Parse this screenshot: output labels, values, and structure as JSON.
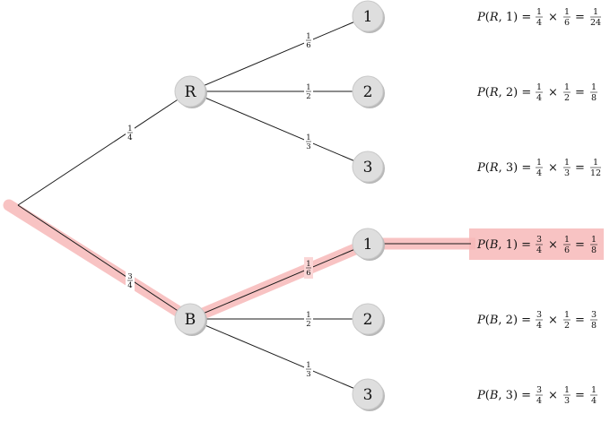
{
  "root": {},
  "level1": [
    {
      "label": "R",
      "prob": {
        "num": "1",
        "den": "4"
      }
    },
    {
      "label": "B",
      "prob": {
        "num": "3",
        "den": "4"
      }
    }
  ],
  "level2": {
    "R": [
      {
        "label": "1",
        "prob": {
          "num": "1",
          "den": "6"
        }
      },
      {
        "label": "2",
        "prob": {
          "num": "1",
          "den": "2"
        }
      },
      {
        "label": "3",
        "prob": {
          "num": "1",
          "den": "3"
        }
      }
    ],
    "B": [
      {
        "label": "1",
        "prob": {
          "num": "1",
          "den": "6"
        }
      },
      {
        "label": "2",
        "prob": {
          "num": "1",
          "den": "2"
        }
      },
      {
        "label": "3",
        "prob": {
          "num": "1",
          "den": "3"
        }
      }
    ]
  },
  "results": [
    {
      "func": "P",
      "arg1": "R",
      "arg2": "1",
      "f1": {
        "num": "1",
        "den": "4"
      },
      "f2": {
        "num": "1",
        "den": "6"
      },
      "res": {
        "num": "1",
        "den": "24"
      },
      "highlighted": false
    },
    {
      "func": "P",
      "arg1": "R",
      "arg2": "2",
      "f1": {
        "num": "1",
        "den": "4"
      },
      "f2": {
        "num": "1",
        "den": "2"
      },
      "res": {
        "num": "1",
        "den": "8"
      },
      "highlighted": false
    },
    {
      "func": "P",
      "arg1": "R",
      "arg2": "3",
      "f1": {
        "num": "1",
        "den": "4"
      },
      "f2": {
        "num": "1",
        "den": "3"
      },
      "res": {
        "num": "1",
        "den": "12"
      },
      "highlighted": false
    },
    {
      "func": "P",
      "arg1": "B",
      "arg2": "1",
      "f1": {
        "num": "3",
        "den": "4"
      },
      "f2": {
        "num": "1",
        "den": "6"
      },
      "res": {
        "num": "1",
        "den": "8"
      },
      "highlighted": true
    },
    {
      "func": "P",
      "arg1": "B",
      "arg2": "2",
      "f1": {
        "num": "3",
        "den": "4"
      },
      "f2": {
        "num": "1",
        "den": "2"
      },
      "res": {
        "num": "3",
        "den": "8"
      },
      "highlighted": false
    },
    {
      "func": "P",
      "arg1": "B",
      "arg2": "3",
      "f1": {
        "num": "3",
        "den": "4"
      },
      "f2": {
        "num": "1",
        "den": "3"
      },
      "res": {
        "num": "1",
        "den": "4"
      },
      "highlighted": false
    }
  ],
  "symbols": {
    "equals": "=",
    "times": "×"
  },
  "colors": {
    "highlight": "#f7b9b9",
    "node_fill": "#dedede",
    "edge": "#1a1a1a"
  },
  "highlight_path": [
    "root",
    "B",
    "1"
  ]
}
